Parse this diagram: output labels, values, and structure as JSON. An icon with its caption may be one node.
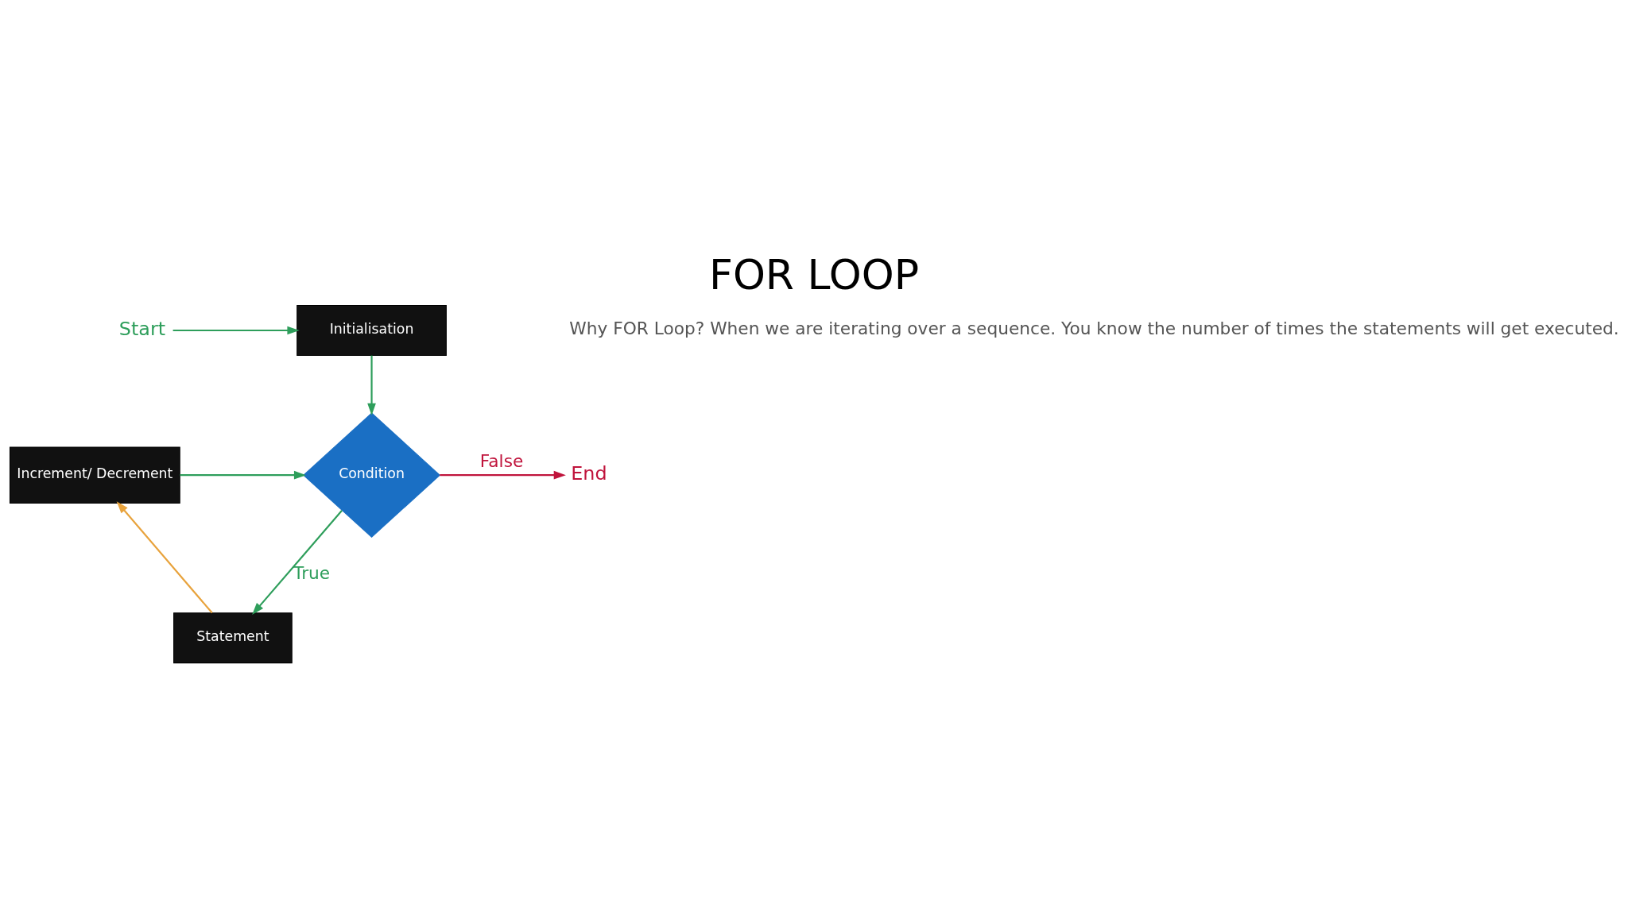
{
  "diagram": {
    "title": "FOR LOOP",
    "nodes": [
      {
        "text": [
          "Start"
        ]
      },
      {
        "text": [
          "Initialisation"
        ]
      },
      {
        "text": [
          "Condition"
        ]
      },
      {
        "text": [
          "End"
        ]
      },
      {
        "text": [
          "Increment/ Decrement"
        ]
      },
      {
        "text": [
          "Statement"
        ]
      }
    ],
    "edges": [
      {
        "from": 0,
        "to": 1,
        "arrow": "to"
      },
      {
        "from": 1,
        "to": 2,
        "arrow": "to"
      },
      {
        "from": 2,
        "to": 3,
        "arrow": "to",
        "label": "False",
        "color": "#c0143c"
      },
      {
        "from": 2,
        "to": 5,
        "arrow": "to",
        "label": "True"
      },
      {
        "from": 5,
        "to": 4,
        "arrow": "to",
        "color": "#e8a33d"
      },
      {
        "from": 4,
        "to": 2,
        "arrow": "to"
      }
    ],
    "labels": [
      "Why FOR Loop? When we are iterating over a sequence. You know the number of times the statements will get executed."
    ]
  }
}
